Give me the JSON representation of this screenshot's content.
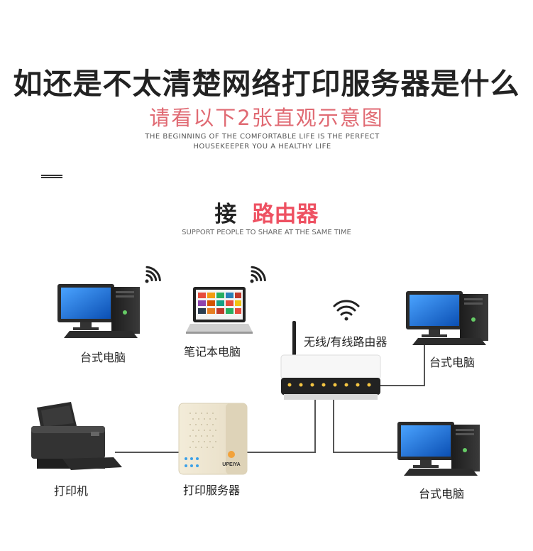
{
  "header": {
    "title": "如还是不太清楚网络打印服务器是什么",
    "subtitle": "请看以下2张直观示意图",
    "english_line1": "THE BEGINNING OF THE COMFORTABLE LIFE IS THE PERFECT",
    "english_line2": "HOUSEKEEPER YOU A HEALTHY LIFE"
  },
  "section": {
    "heading_part1": "接",
    "heading_part2": "路由器",
    "english": "SUPPORT PEOPLE TO SHARE AT THE SAME TIME"
  },
  "devices": {
    "desktop_left": "台式电脑",
    "laptop": "笔记本电脑",
    "router": "无线/有线路由器",
    "desktop_right_top": "台式电脑",
    "desktop_right_bottom": "台式电脑",
    "printer": "打印机",
    "print_server": "打印服务器",
    "print_server_brand": "UPEIYA"
  },
  "colors": {
    "subtitle": "#e06a73",
    "accent": "#ee5162",
    "cable": "#555555"
  }
}
